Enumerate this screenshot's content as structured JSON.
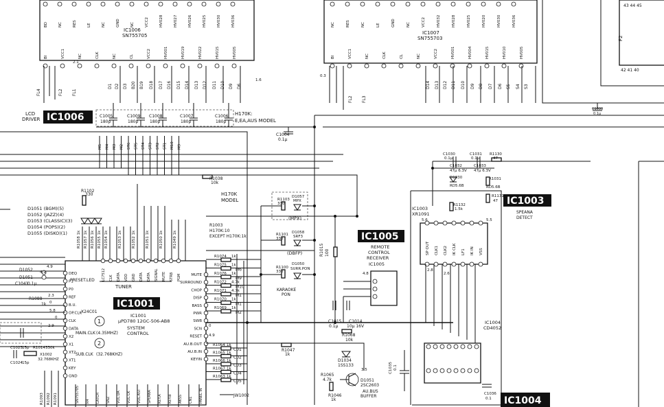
{
  "ic_tags": {
    "ic1006": "IC1006",
    "ic1005": "IC1005",
    "ic1003": "IC1003",
    "ic1001": "IC1001",
    "ic1004": "IC1004"
  },
  "lcd_driver_label": [
    "LCD",
    "DRIVER"
  ],
  "lcd_driver_1": {
    "ref": "IC1006",
    "part": "SN755705",
    "top_pins": [
      "BD",
      "NC",
      "RES",
      "LE",
      "NC",
      "GND",
      "NC",
      "VCC2",
      "HV028",
      "HV027",
      "HV026",
      "HV025",
      "HV030",
      "HV036"
    ],
    "bot_pins": [
      "BI",
      "VCC1",
      "NC",
      "CLK",
      "NC",
      "CL",
      "VCC2",
      "HV001",
      "HV019",
      "HV022",
      "HV015",
      "HV005"
    ]
  },
  "lcd_driver_2": {
    "ref": "IC1007",
    "part": "SN755703",
    "top_pins": [
      "NC",
      "RES",
      "NC",
      "LE",
      "GND",
      "NC",
      "VCC2",
      "HV032",
      "HV028",
      "HV025",
      "HV020",
      "HV030",
      "HV036"
    ],
    "bot_pins": [
      "BI",
      "VCC1",
      "NC",
      "CLK",
      "CL",
      "NC",
      "VCC2",
      "HV001",
      "HV004",
      "HV015",
      "HV010",
      "HV005"
    ]
  },
  "fl_labels": [
    "FL4",
    "FL2",
    "FL1",
    "FL2",
    "FL3"
  ],
  "top_caps": [
    {
      "ref": "C1005",
      "val": "180p"
    },
    {
      "ref": "C1009",
      "val": "180p"
    },
    {
      "ref": "C1008",
      "val": "180p"
    },
    {
      "ref": "C1007",
      "val": "180p"
    },
    {
      "ref": "C1006",
      "val": "180p"
    }
  ],
  "model_note": [
    "H170K:",
    "E,EA,AUS MODEL"
  ],
  "c1004": {
    "ref": "C1004",
    "val": "0.1μ"
  },
  "c1099": {
    "ref": "C1099",
    "val": "0.1μ"
  },
  "grid_labels": [
    "M5",
    "M4",
    "M3",
    "M2",
    "ST6",
    "ST5",
    "ST4",
    "ST3",
    "ST2",
    "ST1",
    "M10",
    "M9"
  ],
  "r1038": {
    "ref": "R1038",
    "val": "10k"
  },
  "r1102": {
    "ref": "R1102",
    "val": "330"
  },
  "h170k_model": [
    "H170K",
    "MODEL"
  ],
  "leds_left": [
    "D1051 (BGM)(5)",
    "D1052 (JAZZ)(4)",
    "D1053 (CLASSIC)(3)",
    "D1054 (POPS)(2)",
    "D1055 (DISKO)(1)"
  ],
  "led_mpx": {
    "ref": "D1057",
    "val": "MPX",
    "r": "R1103",
    "rv": "330",
    "label": "(MPX)"
  },
  "led_dbfp": {
    "ref": "D1058",
    "val": "SRF3",
    "r": "R1101",
    "rv": "330",
    "label": "(DBFP)"
  },
  "led_surr": {
    "ref": "D1050",
    "val": "SURR.PON",
    "r": "R1100",
    "rv": "330"
  },
  "karaoke": [
    "KARAOKE",
    "PON"
  ],
  "r1003_note": [
    "R1003",
    "H170K:10",
    "EXCEPT H170K:1k"
  ],
  "ic1005_desc": [
    "REMOTE",
    "CONTROL",
    "RECEIVER",
    "IC1005"
  ],
  "r1015": {
    "ref": "R1015",
    "val": "100"
  },
  "ic1003_desc": {
    "ref": "IC1003",
    "part": "XR1091",
    "note": [
      "SPEANA",
      "DETECT"
    ]
  },
  "ic1003_pins": [
    "SP OUT",
    "CLK1",
    "CLK2",
    "IK CLK",
    "LF1",
    "IK IN",
    "VSS"
  ],
  "ic1003_parts": [
    {
      "ref": "C1030",
      "val": "0.1μ"
    },
    {
      "ref": "C1031",
      "val": "0.1μ"
    },
    {
      "ref": "R1130",
      "val": "47"
    },
    {
      "ref": "C1032",
      "val": "47μ 6.3V"
    },
    {
      "ref": "C1033",
      "val": "47μ 6.3V"
    },
    {
      "ref": "D1030",
      "val": "RD5.6B"
    },
    {
      "ref": "R1031",
      "val": "RD5.6B"
    },
    {
      "ref": "R1131",
      "val": "47"
    },
    {
      "ref": "R1132",
      "val": "1.5k"
    }
  ],
  "ic1004_desc": {
    "ref": "IC1004",
    "part": "CD4052"
  },
  "ic1001_desc": [
    "IC1001",
    "μPD780 12GC-506-AB8",
    "SYSTEM",
    "CONTROL"
  ],
  "ic1001_left_pins": [
    "DEQ",
    "P1",
    "P0",
    "REF",
    "B.U.",
    "OP.CLK",
    "CLK",
    "DATA",
    "X2",
    "X1",
    "XT2",
    "XT1",
    "KEY",
    "GND"
  ],
  "ic1001_right_pins": [
    "MUTE",
    "SURROUND",
    "CHOP",
    "DISP",
    "BASS",
    "PWR",
    "SWB",
    "SCN",
    "RESET",
    "AU.B.OUT",
    "AU.B.IN",
    "KEYIN"
  ],
  "ic1001_top_pins": [
    "LC7512",
    "CLK",
    "DATA",
    "VDD",
    "GND",
    "DATA",
    "DATA",
    "SIGNAL",
    "MUTE",
    "STRB",
    "PGM"
  ],
  "tuner_label": "TUNER",
  "preset_led": "PRESET.LED",
  "right_resistors": [
    {
      "ref": "R1074",
      "val": "1k"
    },
    {
      "ref": "R1075",
      "val": "1k",
      "net": "M6"
    },
    {
      "ref": "R1076",
      "val": "1k",
      "net": "M9"
    },
    {
      "ref": "R1072",
      "val": "4.7k",
      "net": "M10"
    },
    {
      "ref": "R1071",
      "val": "4.7k",
      "net": "M1"
    },
    {
      "ref": "R1070",
      "val": "1k",
      "net": "M1"
    },
    {
      "ref": "R1069",
      "val": "1k",
      "net": "M2"
    }
  ],
  "key_resistors": [
    {
      "ref": "R1064",
      "val": "1k",
      "net": "C01"
    },
    {
      "ref": "R1065",
      "val": "1k",
      "net": "C02"
    },
    {
      "ref": "R1066",
      "val": "1k",
      "net": "C03"
    },
    {
      "ref": "R1067",
      "val": "1k",
      "net": "C04"
    },
    {
      "ref": "R1063",
      "val": "1k",
      "net": "C05"
    }
  ],
  "left_parts": [
    {
      "ref": "D1052"
    },
    {
      "ref": "D1051"
    },
    {
      "ref": "C1041",
      "val": "0.1μ"
    },
    {
      "ref": "R1088",
      "val": "1k"
    },
    {
      "ref": "X24C01"
    }
  ],
  "clocks": [
    {
      "ref": "MAIN.CLK",
      "val": "(4.35MHZ)"
    },
    {
      "ref": "SUB.CLK",
      "val": "(32.768KHZ)"
    }
  ],
  "crystal_parts": [
    {
      "ref": "C1023",
      "val": "15p"
    },
    {
      "ref": "R1014",
      "val": "330k"
    },
    {
      "ref": "C1024",
      "val": "15p"
    },
    {
      "ref": "X1002",
      "val": "32.768KHZ"
    }
  ],
  "c1015": {
    "ref": "C1015",
    "val": "0.1μ"
  },
  "c1014": {
    "ref": "C1014",
    "val": "10μ 16V"
  },
  "r1068": {
    "ref": "R1068",
    "val": "10k"
  },
  "r1047": {
    "ref": "R1047",
    "val": "1k"
  },
  "d1034": {
    "ref": "D1034",
    "val": "1SS133"
  },
  "q1051": {
    "ref": "D1051",
    "part": "2SC2603",
    "desc": [
      "AU.BUS",
      "BUFFER"
    ]
  },
  "r1065": {
    "ref": "R1065",
    "val": "4.7k"
  },
  "r1046": {
    "ref": "R1046",
    "val": "1k"
  },
  "c1036": {
    "ref": "C1036",
    "val": "0.1"
  },
  "c1035": {
    "ref": "C1035",
    "val": "0.1"
  },
  "jw1002": "JW1002",
  "bottom_pins": [
    "SN755705",
    "R4",
    "LATCH",
    "SNZ",
    "VOL.DA",
    "VOL.CK",
    "VOL.AST",
    "SPEANA",
    "KEY.A",
    "KEY.B",
    "AKSS",
    "CN1",
    "PANEL IN"
  ],
  "bottom_left_refs": [
    "R1093",
    "R1092",
    "R1091"
  ],
  "circled_numbers": [
    "1",
    "2"
  ],
  "volts": [
    "4.9",
    "4.9",
    "2.3",
    "0",
    "5.8",
    "0",
    "2.9",
    "0",
    "4.9",
    "2.8",
    "2.6",
    "4.8",
    "5.6",
    "0.3",
    "5.5",
    "3.5",
    "2.1",
    "1.6"
  ]
}
